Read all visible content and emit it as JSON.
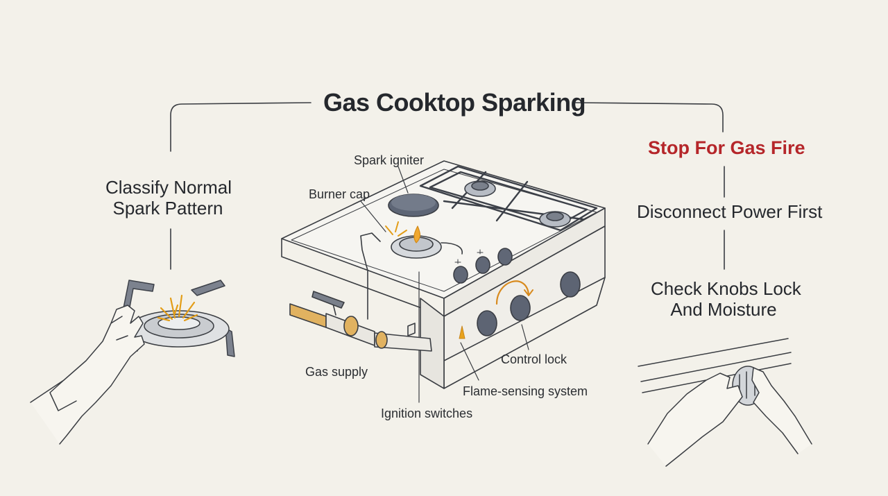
{
  "title": "Gas Cooktop Sparking",
  "left": {
    "step_line1": "Classify Normal",
    "step_line2": "Spark Pattern"
  },
  "right": {
    "warning": "Stop For Gas Fire",
    "step1": "Disconnect Power First",
    "step2_line1": "Check Knobs Lock",
    "step2_line2": "And Moisture"
  },
  "parts": {
    "spark_igniter": "Spark igniter",
    "burner_cap": "Burner cap",
    "gas_supply": "Gas supply",
    "ignition_switches": "Ignition switches",
    "control_lock": "Control lock",
    "flame_sensing": "Flame-sensing system"
  },
  "colors": {
    "background": "#f3f1ea",
    "ink": "#25282d",
    "warning": "#b5262a",
    "spark": "#e8a21c",
    "steel": "#5a6170"
  }
}
